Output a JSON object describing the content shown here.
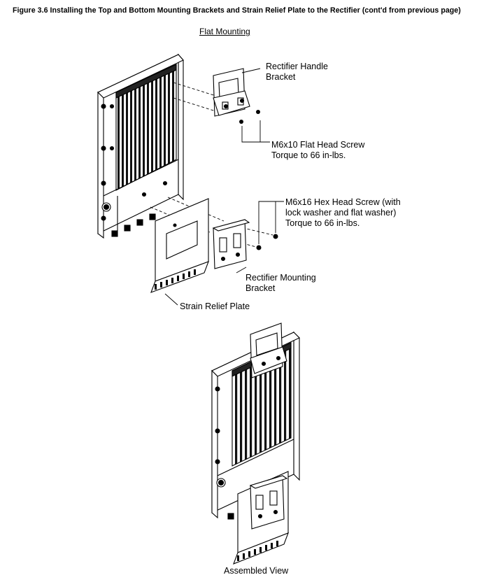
{
  "figure": {
    "title": "Figure 3.6  Installing the Top and Bottom Mounting Brackets and Strain Relief Plate to the Rectifier (cont'd from previous page)",
    "subtitle": "Flat Mounting"
  },
  "callouts": {
    "handle_bracket": [
      "Rectifier Handle",
      "Bracket"
    ],
    "flat_screw": [
      "M6x10 Flat Head Screw",
      "Torque to 66 in-lbs."
    ],
    "hex_screw": [
      "M6x16 Hex Head Screw (with",
      "lock washer and flat washer)",
      "Torque to 66 in-lbs."
    ],
    "mount_bracket": [
      "Rectifier Mounting",
      "Bracket"
    ],
    "strain_plate": "Strain Relief Plate",
    "assembled": "Assembled View"
  }
}
